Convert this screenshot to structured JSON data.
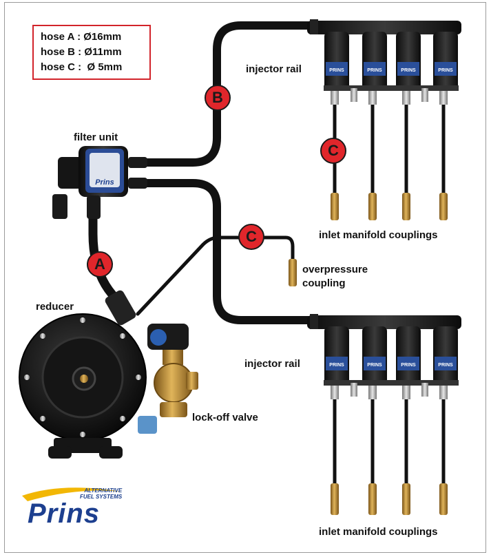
{
  "legend": {
    "rows": [
      "hose A : Ø16mm",
      "hose B : Ø11mm",
      "hose C :  Ø 5mm"
    ]
  },
  "labels": {
    "injector_rail_top": "injector rail",
    "injector_rail_bottom": "injector rail",
    "filter_unit": "filter unit",
    "reducer": "reducer",
    "lock_off_valve": "lock-off valve",
    "inlet_couplings_top": "inlet manifold couplings",
    "inlet_couplings_bottom": "inlet manifold couplings",
    "overpressure_line1": "overpressure",
    "overpressure_line2": "coupling"
  },
  "badges": {
    "a": "A",
    "b": "B",
    "c_rail": "C",
    "c_overpressure": "C"
  },
  "component_text": {
    "filter_brand": "Prins",
    "injector_brand": "PRINS"
  },
  "logo": {
    "tagline_line1": "ALTERNATIVE",
    "tagline_line2": "FUEL SYSTEMS",
    "wordmark": "Prins"
  },
  "colors": {
    "badge_red": "#e0262b",
    "legend_border": "#d2232a",
    "hose_black": "#111111",
    "brand_blue": "#1d3f8f",
    "brass": "#b8862b"
  }
}
